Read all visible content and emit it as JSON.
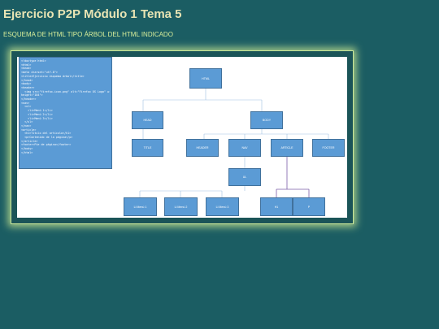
{
  "header": {
    "title": "Ejercicio P2P Módulo 1 Tema 5",
    "subtitle": "ESQUEMA DE HTML TIPO ÁRBOL DEL HTML INDICADO"
  },
  "code_panel": {
    "lines": [
      "<!doctype html>",
      "<html>",
      "<head>",
      "<meta charset=\"utf-8\">",
      "<title>Ejercicio esquema árbol</title>",
      "</head>",
      "<body>",
      "<header>",
      "  <img src=\"firefox-icon.png\" alt=\"Firefox OS Logo\" width=\"200\"",
      "height=\"184\">",
      "</header>",
      "<nav>",
      "  <ul>",
      "    <li>Menú 1</li>",
      "    <li>Menú 2</li>",
      "    <li>Menú 3</li>",
      "  </ul>",
      "</nav>",
      "<article>",
      "  <h1>Título del artículo</h1>",
      "  <p>Contenido de la página</p>",
      "</article>",
      "<footer>Pie de página</footer>",
      "</body>",
      "</html>"
    ]
  },
  "tree": {
    "html": "HTML",
    "head": "HEAD",
    "body": "BODY",
    "title": "TITLE",
    "header": "HEADER",
    "nav": "NAV",
    "article": "ARTICLE",
    "footer": "FOOTER",
    "ul": "UL",
    "li1": "Li Menú 1",
    "li2": "Li Menú 2",
    "li3": "Li Menú 3",
    "h1": "H1",
    "p": "P"
  },
  "colors": {
    "background": "#1b5d63",
    "node_fill": "#5b9bd5",
    "connector": "#9fc0e2",
    "article_connector": "#7b5ea7"
  }
}
